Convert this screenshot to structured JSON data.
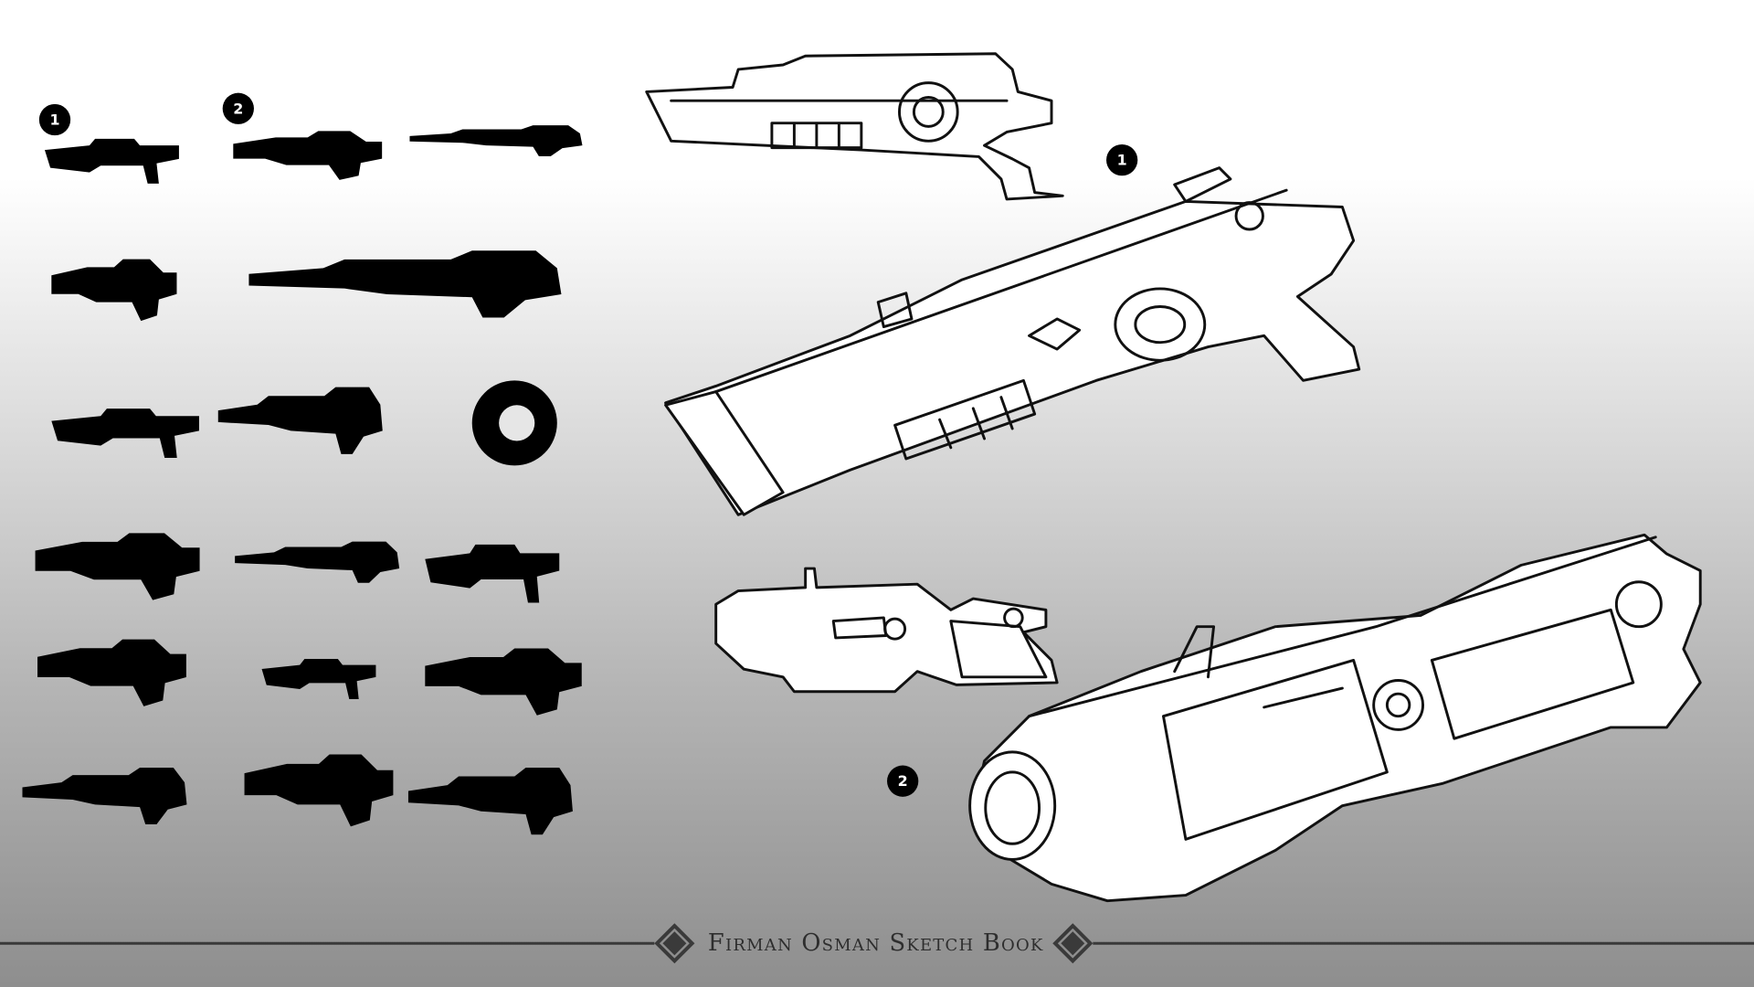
{
  "footer": {
    "title": "Firman Osman Sketch Book"
  },
  "badges": {
    "thumb_1": "1",
    "thumb_2": "2",
    "sketch_1": "1",
    "sketch_2": "2"
  },
  "colors": {
    "ink": "#000000",
    "background_top": "#ffffff",
    "background_bottom": "#8e8e8e",
    "footer_text": "#2e2e2e"
  }
}
